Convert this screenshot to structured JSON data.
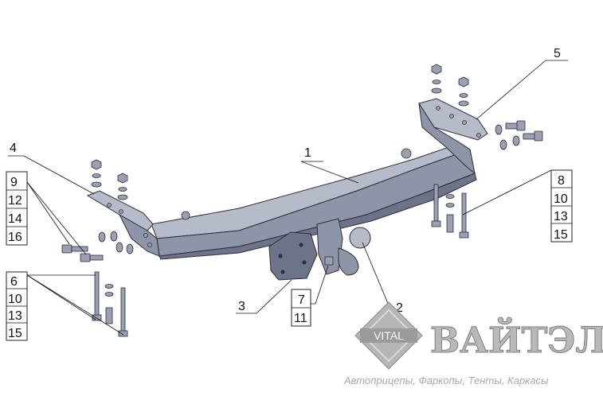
{
  "callouts": {
    "part_1": "1",
    "part_3": "3",
    "part_4": "4",
    "part_5": "5",
    "part_2": "2"
  },
  "left_stack": [
    "9",
    "12",
    "14",
    "16"
  ],
  "left_lower_stack": [
    "6",
    "10",
    "13",
    "15"
  ],
  "right_stack": [
    "8",
    "10",
    "13",
    "15"
  ],
  "center_stack": [
    "7",
    "11"
  ],
  "logo": {
    "emblem_text": "VITAL",
    "brand_name": "ВАЙТЭЛ",
    "tagline": "Автоприцепы, Фаркопы, Тенты, Каркасы"
  }
}
